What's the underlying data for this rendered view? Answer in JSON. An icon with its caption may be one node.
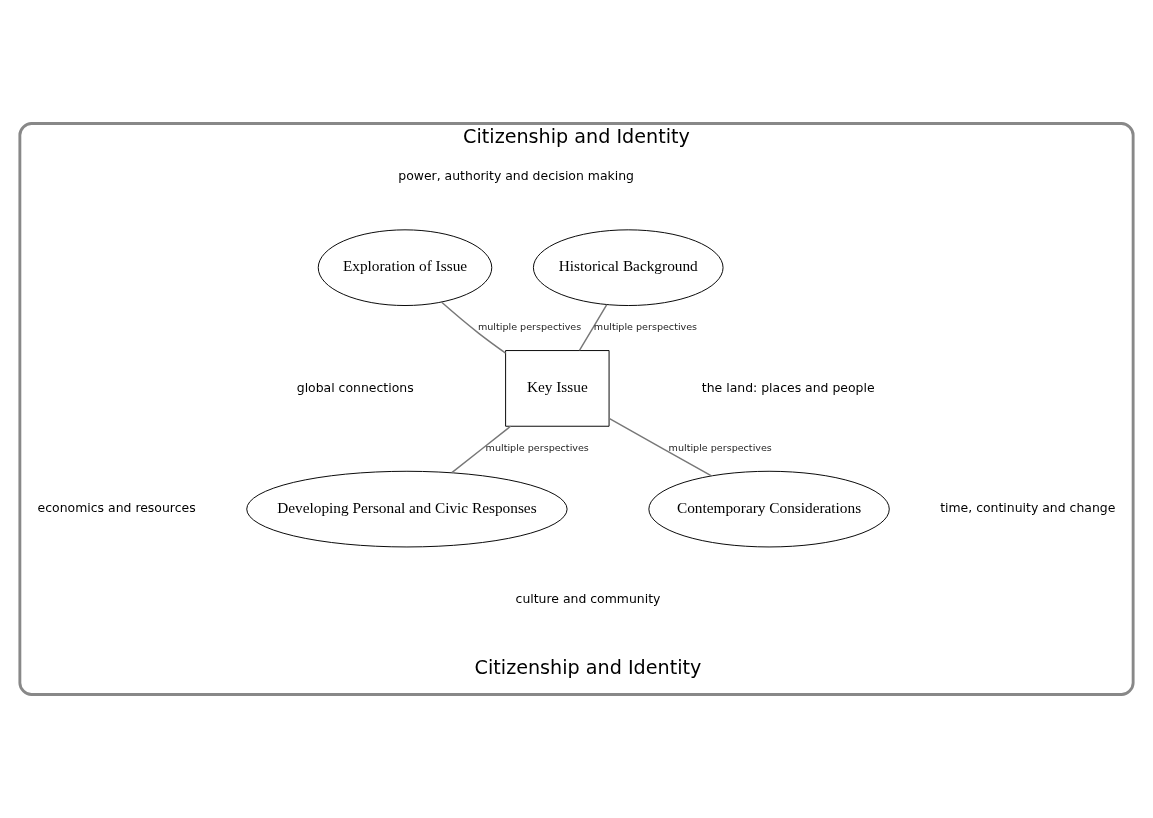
{
  "diagram": {
    "nodes": [
      {
        "text": [
          "Citizenship and Identity",
          "Citizenship and Identity"
        ]
      },
      {
        "text": [
          "Exploration of Issue"
        ],
        "in": 0
      },
      {
        "text": [
          "Historical Background"
        ],
        "in": 0
      },
      {
        "text": [
          "Key Issue"
        ],
        "in": 0
      },
      {
        "text": [
          "Developing Personal and Civic Responses"
        ],
        "in": 0
      },
      {
        "text": [
          "Contemporary Considerations"
        ],
        "in": 0
      }
    ],
    "edges": [
      {
        "from": 1,
        "to": 3,
        "arrow": "none",
        "label": "multiple perspectives"
      },
      {
        "from": 2,
        "to": 3,
        "arrow": "none",
        "label": "multiple perspectives"
      },
      {
        "from": 3,
        "to": 4,
        "arrow": "none",
        "label": "multiple perspectives"
      },
      {
        "from": 3,
        "to": 5,
        "arrow": "none",
        "label": "multiple perspectives"
      }
    ],
    "labels": [
      "power, authority and decision making",
      "global connections",
      "the land: places and people",
      "economics and resources",
      "time, continuity and change",
      "culture and community"
    ]
  }
}
